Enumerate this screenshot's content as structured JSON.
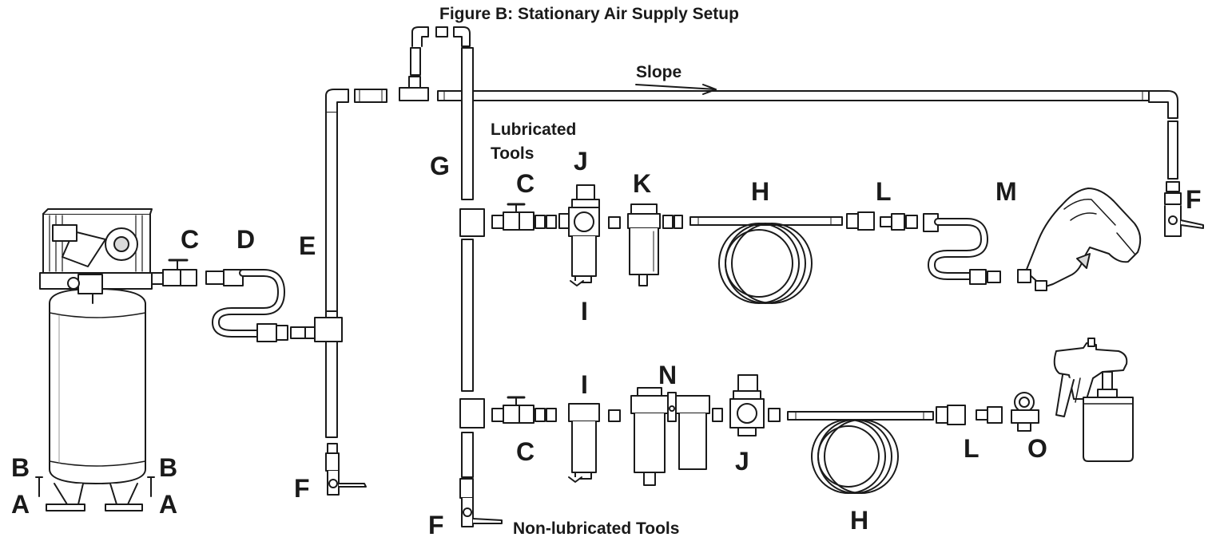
{
  "figure": {
    "title": "Figure B:  Stationary Air Supply Setup"
  },
  "annotations": {
    "slope": "Slope",
    "lubricated_tools": "Lubricated\nTools",
    "lubricated_line1": "Lubricated",
    "lubricated_line2": "Tools",
    "non_lubricated_tools": "Non-lubricated Tools"
  },
  "callouts": {
    "A": "A",
    "B": "B",
    "C": "C",
    "D": "D",
    "E": "E",
    "F": "F",
    "G": "G",
    "H": "H",
    "I": "I",
    "J": "J",
    "K": "K",
    "L": "L",
    "M": "M",
    "N": "N",
    "O": "O"
  },
  "colors": {
    "line": "#1a1a1a",
    "fill": "#ffffff",
    "shade": "#d9d9d9"
  }
}
